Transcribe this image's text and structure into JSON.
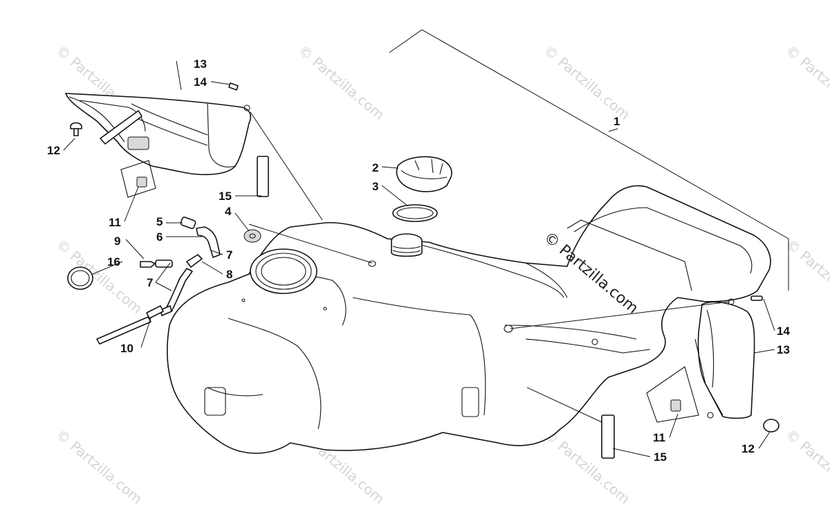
{
  "callouts": [
    {
      "id": "c1",
      "label": "1"
    },
    {
      "id": "c2",
      "label": "2"
    },
    {
      "id": "c3",
      "label": "3"
    },
    {
      "id": "c4",
      "label": "4"
    },
    {
      "id": "c5",
      "label": "5"
    },
    {
      "id": "c6",
      "label": "6"
    },
    {
      "id": "c7a",
      "label": "7"
    },
    {
      "id": "c7b",
      "label": "7"
    },
    {
      "id": "c8",
      "label": "8"
    },
    {
      "id": "c9",
      "label": "9"
    },
    {
      "id": "c10",
      "label": "10"
    },
    {
      "id": "c11a",
      "label": "11"
    },
    {
      "id": "c11b",
      "label": "11"
    },
    {
      "id": "c12a",
      "label": "12"
    },
    {
      "id": "c12b",
      "label": "12"
    },
    {
      "id": "c13a",
      "label": "13"
    },
    {
      "id": "c13b",
      "label": "13"
    },
    {
      "id": "c14a",
      "label": "14"
    },
    {
      "id": "c14b",
      "label": "14"
    },
    {
      "id": "c15a",
      "label": "15"
    },
    {
      "id": "c15b",
      "label": "15"
    },
    {
      "id": "c16",
      "label": "16"
    }
  ],
  "watermark": {
    "text": "© Partzilla.com",
    "center_text": "© Partzilla.com"
  }
}
